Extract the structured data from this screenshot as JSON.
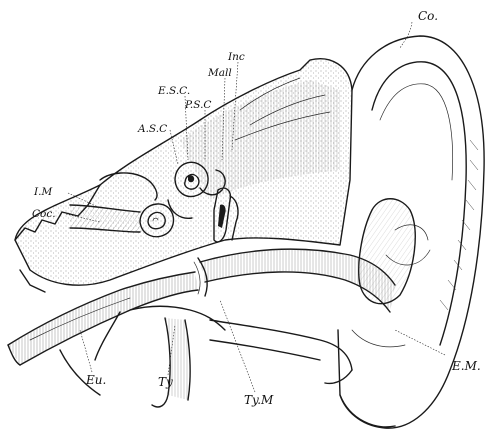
{
  "figure": {
    "labels": {
      "co": "Co.",
      "inc": "Inc",
      "mall": "Mall",
      "esc": "E.S.C.",
      "psc": "P.S.C",
      "asc": "A.S.C",
      "im": "I.M",
      "coc": "Coc.",
      "eu": "Eu.",
      "ty": "Ty",
      "tym": "Ty.M",
      "em": "E.M."
    }
  }
}
